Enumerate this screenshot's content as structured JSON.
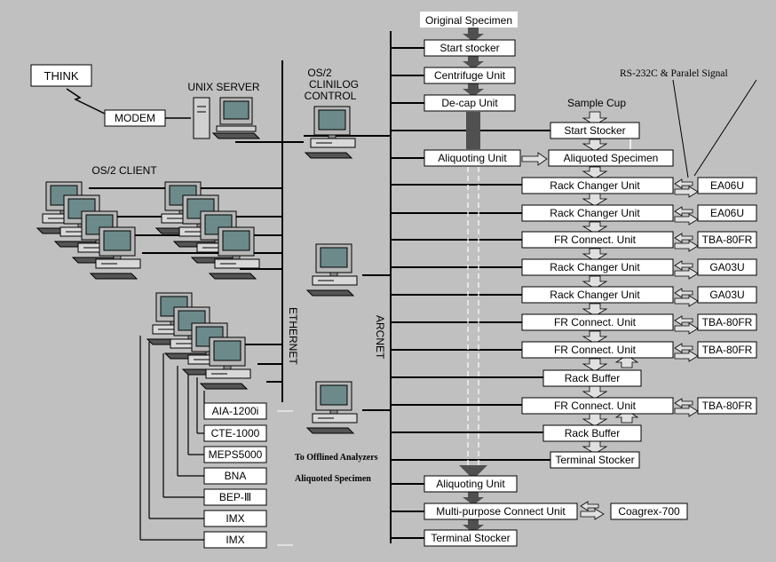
{
  "labels": {
    "original_specimen": "Original Specimen",
    "think": "THINK",
    "modem": "MODEM",
    "unix_server": "UNIX SERVER",
    "os2_clinilog_line1": "OS/2",
    "os2_clinilog_line2": "CLINILOG",
    "os2_clinilog_line3": "CONTROL",
    "os2_client": "OS/2 CLIENT",
    "ethernet": "ETHERNET",
    "arcnet": "ARCNET",
    "rs232c": "RS-232C & Paralel Signal",
    "sample_cup": "Sample Cup",
    "to_offlined": "To Offlined Analyzers",
    "aliquoted_specimen_bottom": "Aliquoted Specimen"
  },
  "process": {
    "start_stocker": "Start stocker",
    "centrifuge": "Centrifuge Unit",
    "decap": "De-cap Unit",
    "start_stocker_2": "Start Stocker",
    "aliquoting": "Aliquoting Unit",
    "aliquoted_specimen": "Aliquoted Specimen",
    "units": [
      "Rack Changer Unit",
      "Rack Changer Unit",
      "FR Connect. Unit",
      "Rack Changer Unit",
      "Rack Changer Unit",
      "FR Connect. Unit",
      "FR Connect. Unit",
      "Rack Buffer",
      "FR Connect. Unit",
      "Rack Buffer",
      "Terminal Stocker"
    ],
    "aliquoting_2": "Aliquoting Unit",
    "multipurpose": "Multi-purpose Connect Unit",
    "terminal_stocker_2": "Terminal Stocker"
  },
  "analyzers": [
    "EA06U",
    "EA06U",
    "TBA-80FR",
    "GA03U",
    "GA03U",
    "TBA-80FR",
    "TBA-80FR",
    "TBA-80FR"
  ],
  "coagrex": "Coagrex-700",
  "offline_devices": [
    "AIA-1200i",
    "CTE-1000",
    "MEPS5000",
    "BNA",
    "BEP-Ⅲ",
    "IMX",
    "IMX"
  ]
}
